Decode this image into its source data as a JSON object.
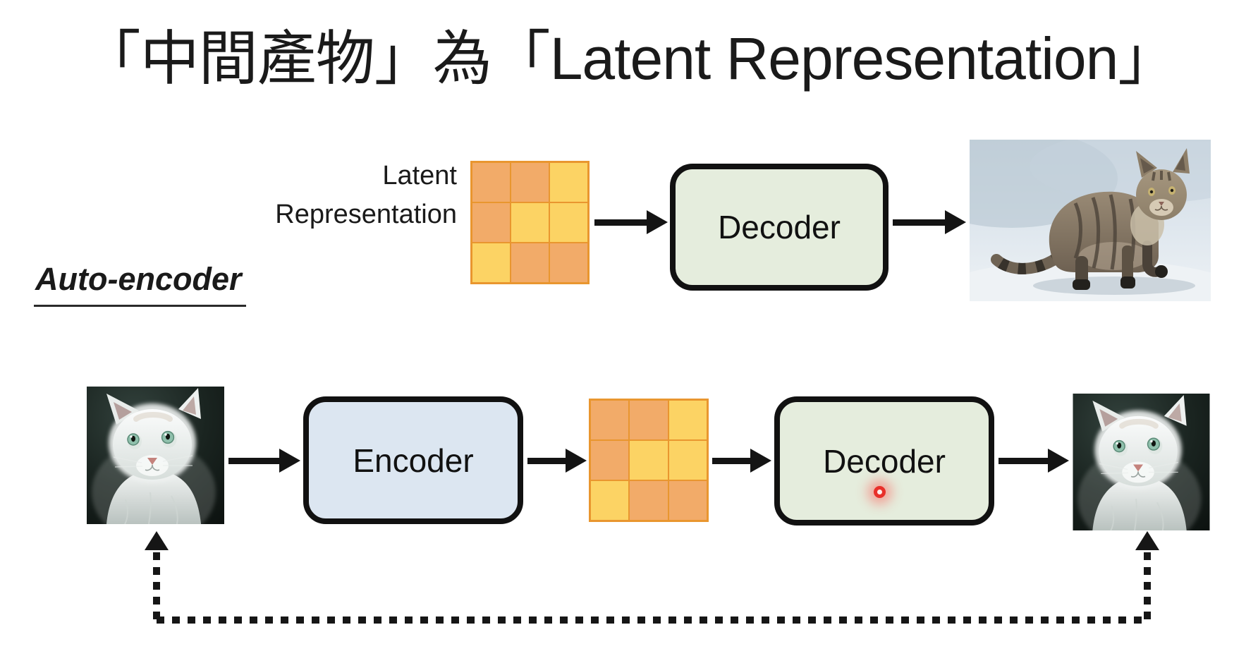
{
  "slide": {
    "title": "「中間產物」為「Latent Representation」",
    "section_label": "Auto-encoder",
    "latent_label": [
      "Latent",
      "Representation"
    ]
  },
  "colors": {
    "background": "#ffffff",
    "text": "#1a1a1a",
    "box_border": "#111111",
    "encoder_fill": "#dce6f1",
    "decoder_fill": "#e5eddd",
    "grid_orange": "#f2ab69",
    "grid_yellow": "#fcd364",
    "grid_border": "#e9962f",
    "laser_red": "#e8302a",
    "arrow_black": "#141414"
  },
  "diagram": {
    "top_row": {
      "latent_grid_pattern": [
        [
          "orange",
          "orange",
          "yellow"
        ],
        [
          "orange",
          "yellow",
          "yellow"
        ],
        [
          "yellow",
          "orange",
          "orange"
        ]
      ],
      "decoder_label": "Decoder",
      "output_image": "tabby-cat-in-snow-photo"
    },
    "bottom_row": {
      "input_image": "white-cat-portrait-photo",
      "encoder_label": "Encoder",
      "latent_grid_pattern": [
        [
          "orange",
          "orange",
          "yellow"
        ],
        [
          "orange",
          "yellow",
          "yellow"
        ],
        [
          "yellow",
          "orange",
          "orange"
        ]
      ],
      "decoder_label": "Decoder",
      "output_image": "white-cat-portrait-reconstructed-photo"
    },
    "feedback_loop": "dashed-double-arrow-comparing-input-and-output"
  }
}
